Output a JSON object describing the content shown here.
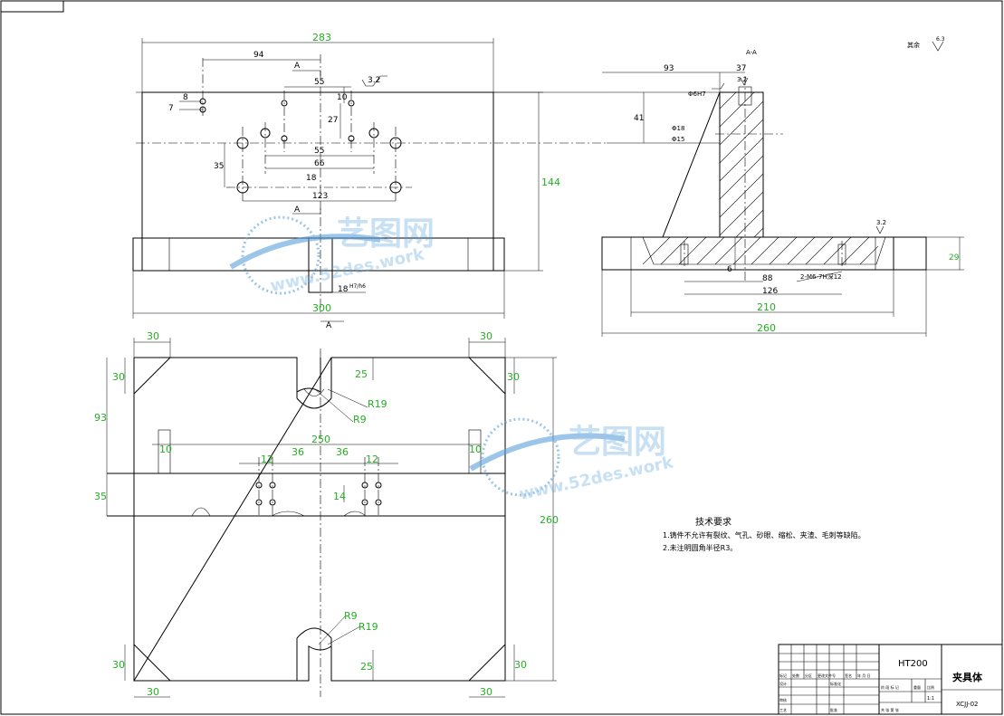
{
  "corner_tab": "",
  "view_labels": {
    "section": "A-A",
    "cut_a1": "A",
    "cut_a2": "A",
    "cut_a3": "A",
    "remaining": "其余"
  },
  "surface_marks": {
    "s1": "3.2",
    "s2": "3.2",
    "s3": "3.2",
    "s4": "6.3"
  },
  "top_view_dims": {
    "overall_width": "283",
    "offset_94": "94",
    "spacing_55a": "55",
    "spacing_55b": "55",
    "spacing_66": "66",
    "spacing_10": "10",
    "spacing_27": "27",
    "hole_8": "8",
    "hole_7": "7",
    "spacing_35": "35",
    "spacing_18": "18",
    "spacing_123": "123",
    "height_144": "144",
    "slot_18": "18",
    "slot_tol": "H7/h6",
    "base_300": "300"
  },
  "section_dims": {
    "offset_93": "93",
    "width_37": "37",
    "tol_h7": "Φ6H7",
    "height_41": "41",
    "dia_18": "Φ18",
    "dia_15": "Φ15",
    "depth_6": "6",
    "spacing_88": "88",
    "spacing_126": "126",
    "thread_note": "2-M6-7H深12",
    "base_210": "210",
    "base_260": "260",
    "height_29": "29"
  },
  "plan_dims": {
    "c30_tl": "30",
    "c30_tr": "30",
    "c30_bl": "30",
    "c30_br": "30",
    "v30_tl": "30",
    "v30_tr": "30",
    "v30_bl": "30",
    "v30_br": "30",
    "slot_25_top": "25",
    "slot_25_bot": "25",
    "r19_top": "R19",
    "r9_top": "R9",
    "r9_bot": "R9",
    "r19_bot": "R19",
    "height_93": "93",
    "slot_10_l": "10",
    "slot_10_r": "10",
    "width_250": "250",
    "pitch_12_l": "12",
    "pitch_36_l": "36",
    "pitch_36_r": "36",
    "pitch_12_r": "12",
    "height_35": "35",
    "hole_14": "14",
    "height_260": "260"
  },
  "tech_req": {
    "title": "技术要求",
    "line1": "1.铸件不允许有裂纹、气孔、砂眼、缩松、夹渣、毛刺等缺陷。",
    "line2": "2.未注明圆角半径R3。"
  },
  "title_block": {
    "material": "HT200",
    "part_name": "夹具体",
    "drawing_no": "XCJJ-02",
    "scale": "1:1",
    "row_labels": [
      "标记",
      "处数",
      "分区",
      "更改文件号",
      "签名",
      "年 月 日"
    ],
    "design": "设计",
    "standard": "标准化",
    "review": "审核",
    "craft": "工艺",
    "approve": "批准",
    "stage": "阶 段 标 记",
    "weight": "重量",
    "ratio": "比例",
    "sheets": "共  张  第  张"
  },
  "watermark": {
    "brand": "艺图网",
    "url": "www.52des.work"
  },
  "colors": {
    "dimension_text": "#22b022",
    "line": "#000000",
    "watermark": "#5aa0dc"
  }
}
